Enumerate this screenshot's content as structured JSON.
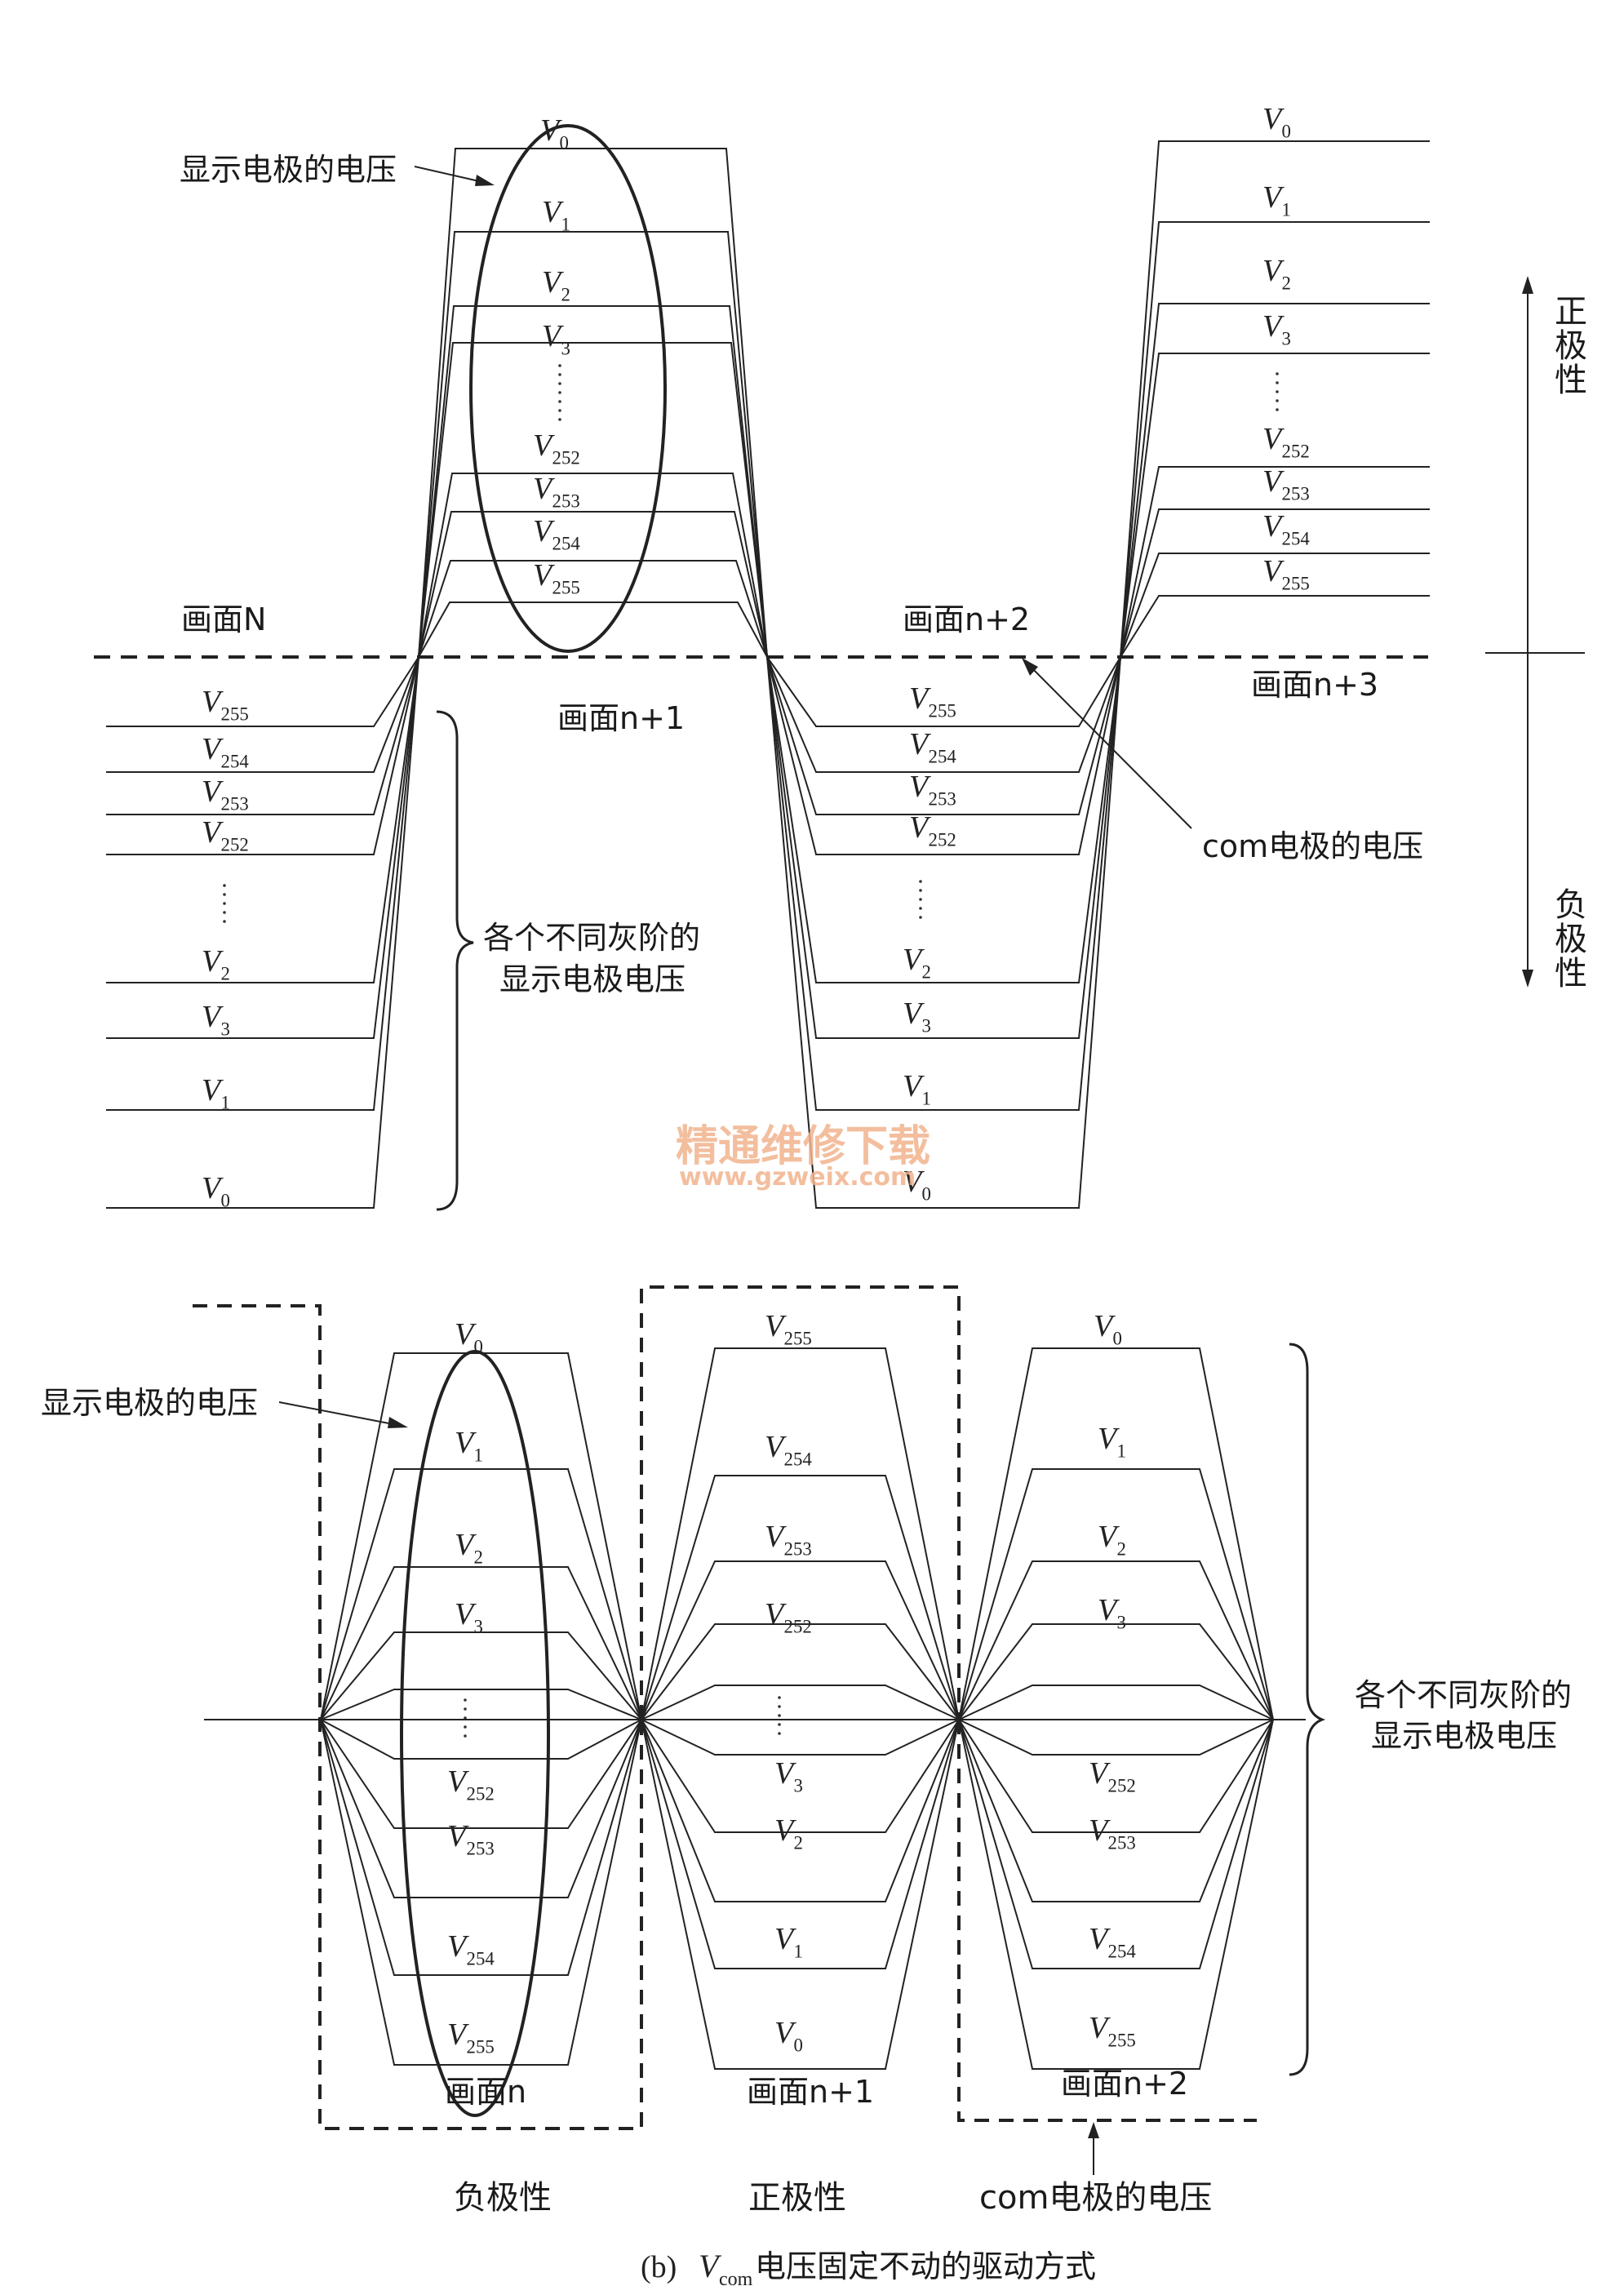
{
  "diagram_a": {
    "display_voltage_label": "显示电极的电压",
    "frame_N": "画面N",
    "frame_n1": "画面n+1",
    "frame_n2": "画面n+2",
    "frame_n3": "画面n+3",
    "com_label": "com电极的电压",
    "brace_label_1": "各个不同灰阶的",
    "brace_label_2": "显示电极电压",
    "positive_polarity": "正极性",
    "negative_polarity": "负极性"
  },
  "diagram_b": {
    "display_voltage_label": "显示电极的电压",
    "frame_n": "画面n",
    "frame_n1": "画面n+1",
    "frame_n2": "画面n+2",
    "brace_label_1": "各个不同灰阶的",
    "brace_label_2": "显示电极电压",
    "negative": "负极性",
    "positive": "正极性",
    "com_label": "com电极的电压",
    "caption_prefix": "(b)",
    "caption_v": "V",
    "caption_sub": "com",
    "caption_text": "电压固定不动的驱动方式"
  },
  "levels": {
    "a_pos": [
      "V0",
      "V1",
      "V2",
      "V3",
      "V252",
      "V253",
      "V254",
      "V255"
    ],
    "a_neg": [
      "V255",
      "V254",
      "V253",
      "V252",
      "V2",
      "V3",
      "V1",
      "V0"
    ],
    "b_col1": [
      "V0",
      "V1",
      "V2",
      "V3",
      "V252",
      "V253",
      "V254",
      "V255"
    ],
    "b_col2": [
      "V255",
      "V254",
      "V253",
      "V252",
      "V3",
      "V2",
      "V1",
      "V0"
    ],
    "b_col3": [
      "V0",
      "V1",
      "V2",
      "V3",
      "V252",
      "V253",
      "V254",
      "V255"
    ]
  },
  "watermark": {
    "title": "精通维修下载",
    "url": "www.gzweix.com"
  }
}
